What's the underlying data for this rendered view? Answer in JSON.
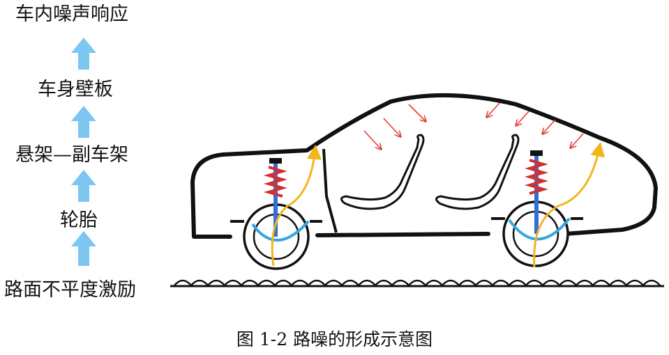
{
  "flow": {
    "steps": [
      "车内噪声响应",
      "车身壁板",
      "悬架—副车架",
      "轮胎",
      "路面不平度激励"
    ]
  },
  "caption": "图 1-2  路噪的形成示意图",
  "colors": {
    "flow_arrow": "#7cc6f2",
    "car_outline": "#111111",
    "spring": "#d32f2f",
    "damper": "#2f6fd6",
    "tire_path": "#35a6df",
    "vibration_path": "#f2b51d",
    "noise_arrow": "#e53935"
  },
  "icons": {
    "flow_arrow": "up-arrow",
    "noise": "arrow-down-left"
  }
}
